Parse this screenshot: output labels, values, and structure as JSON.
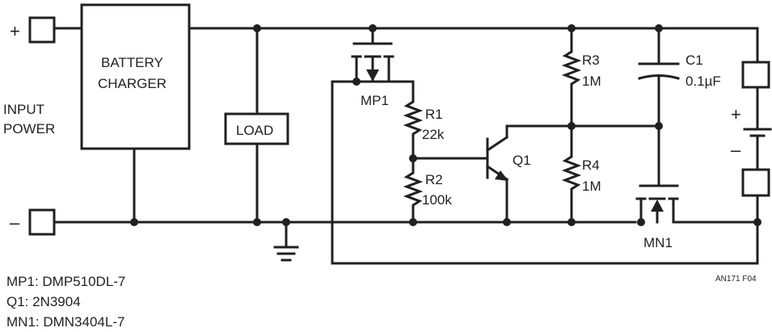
{
  "terminals": {
    "plus": "+",
    "minus": "–",
    "input_label_line1": "INPUT",
    "input_label_line2": "POWER"
  },
  "blocks": {
    "charger_line1": "BATTERY",
    "charger_line2": "CHARGER",
    "load": "LOAD"
  },
  "components": {
    "mp1": "MP1",
    "r1_name": "R1",
    "r1_value": "22k",
    "r2_name": "R2",
    "r2_value": "100k",
    "q1": "Q1",
    "r3_name": "R3",
    "r3_value": "1M",
    "r4_name": "R4",
    "r4_value": "1M",
    "c1_name": "C1",
    "c1_value": "0.1µF",
    "mn1": "MN1"
  },
  "battery": {
    "plus": "+",
    "minus": "–"
  },
  "figure_id": "AN171 F04",
  "parts_list": [
    "MP1: DMP510DL-7",
    "Q1: 2N3904",
    "MN1: DMN3404L-7"
  ],
  "colors": {
    "ink": "#231f20",
    "background": "#ffffff"
  }
}
